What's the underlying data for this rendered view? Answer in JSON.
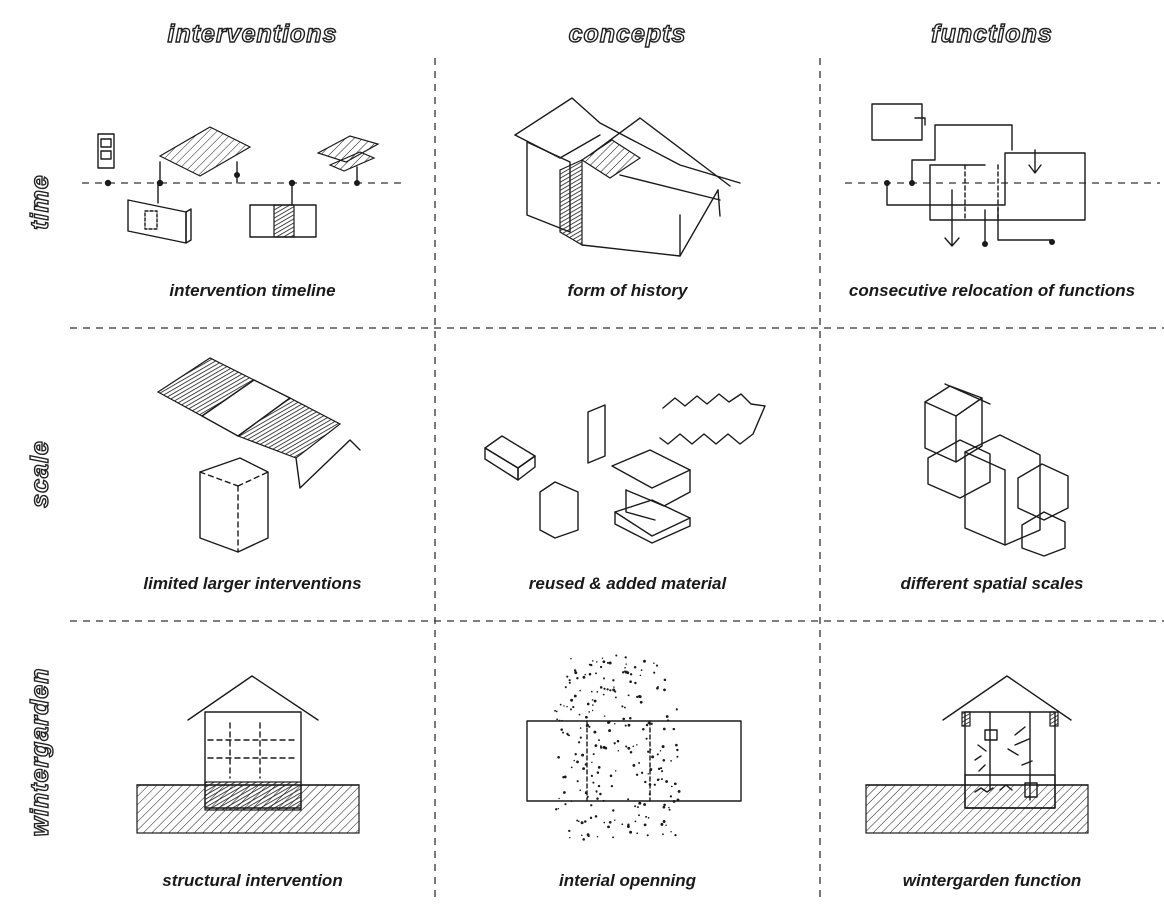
{
  "columns": [
    "interventions",
    "concepts",
    "functions"
  ],
  "rows": [
    "time",
    "scale",
    "wintergarden"
  ],
  "captions": [
    [
      "intervention timeline",
      "form of history",
      "consecutive relocation of functions"
    ],
    [
      "limited larger interventions",
      "reused & added material",
      "different spatial scales"
    ],
    [
      "structural intervention",
      "interial openning",
      "wintergarden function"
    ]
  ]
}
